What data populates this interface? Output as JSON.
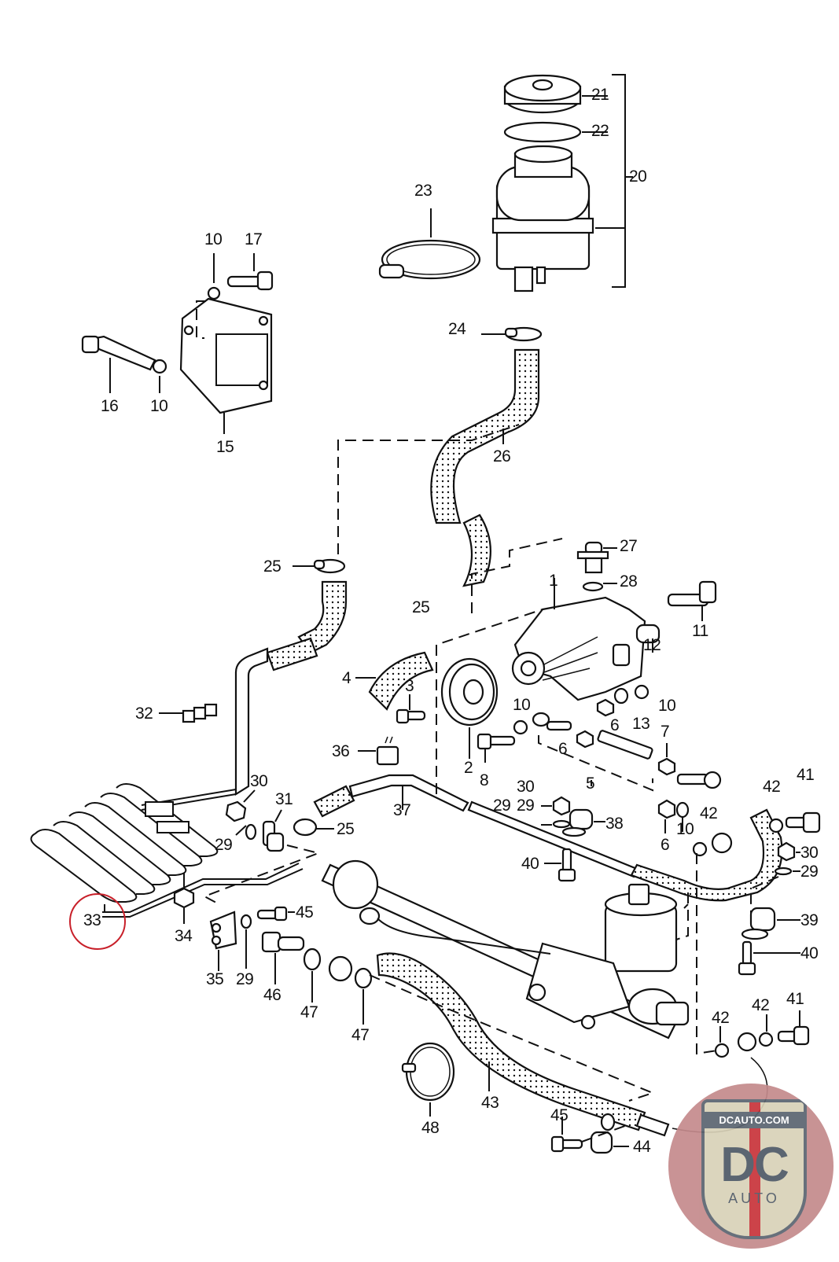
{
  "diagram": {
    "title": "Power steering system exploded parts diagram",
    "highlighted_part": "33",
    "highlight_color": "#c8202a",
    "callouts": [
      {
        "id": "c21",
        "label": "21"
      },
      {
        "id": "c22",
        "label": "22"
      },
      {
        "id": "c20",
        "label": "20"
      },
      {
        "id": "c23",
        "label": "23"
      },
      {
        "id": "c10a",
        "label": "10"
      },
      {
        "id": "c17",
        "label": "17"
      },
      {
        "id": "c16",
        "label": "16"
      },
      {
        "id": "c10b",
        "label": "10"
      },
      {
        "id": "c15",
        "label": "15"
      },
      {
        "id": "c24",
        "label": "24"
      },
      {
        "id": "c26",
        "label": "26"
      },
      {
        "id": "c25a",
        "label": "25"
      },
      {
        "id": "c27",
        "label": "27"
      },
      {
        "id": "c28",
        "label": "28"
      },
      {
        "id": "c1",
        "label": "1"
      },
      {
        "id": "c11",
        "label": "11"
      },
      {
        "id": "c25b",
        "label": "25"
      },
      {
        "id": "c12",
        "label": "12"
      },
      {
        "id": "c4",
        "label": "4"
      },
      {
        "id": "c3",
        "label": "3"
      },
      {
        "id": "c10c",
        "label": "10"
      },
      {
        "id": "c10d",
        "label": "10"
      },
      {
        "id": "c6a",
        "label": "6"
      },
      {
        "id": "c13",
        "label": "13"
      },
      {
        "id": "c32",
        "label": "32"
      },
      {
        "id": "c2",
        "label": "2"
      },
      {
        "id": "c6b",
        "label": "6"
      },
      {
        "id": "c7",
        "label": "7"
      },
      {
        "id": "c36",
        "label": "36"
      },
      {
        "id": "c8",
        "label": "8"
      },
      {
        "id": "c5",
        "label": "5"
      },
      {
        "id": "c30a",
        "label": "30"
      },
      {
        "id": "c30b",
        "label": "30"
      },
      {
        "id": "c29a",
        "label": "29"
      },
      {
        "id": "c37",
        "label": "37"
      },
      {
        "id": "c42a",
        "label": "42"
      },
      {
        "id": "c41a",
        "label": "41"
      },
      {
        "id": "c31",
        "label": "31"
      },
      {
        "id": "c29b",
        "label": "29"
      },
      {
        "id": "c38",
        "label": "38"
      },
      {
        "id": "c42b",
        "label": "42"
      },
      {
        "id": "c29c",
        "label": "29"
      },
      {
        "id": "c25c",
        "label": "25"
      },
      {
        "id": "c6c",
        "label": "6"
      },
      {
        "id": "c10e",
        "label": "10"
      },
      {
        "id": "c30c",
        "label": "30"
      },
      {
        "id": "c40a",
        "label": "40"
      },
      {
        "id": "c29d",
        "label": "29"
      },
      {
        "id": "c33",
        "label": "33"
      },
      {
        "id": "c34",
        "label": "34"
      },
      {
        "id": "c45a",
        "label": "45"
      },
      {
        "id": "c39",
        "label": "39"
      },
      {
        "id": "c40b",
        "label": "40"
      },
      {
        "id": "c35",
        "label": "35"
      },
      {
        "id": "c29e",
        "label": "29"
      },
      {
        "id": "c46",
        "label": "46"
      },
      {
        "id": "c47a",
        "label": "47"
      },
      {
        "id": "c47b",
        "label": "47"
      },
      {
        "id": "c42c",
        "label": "42"
      },
      {
        "id": "c42d",
        "label": "42"
      },
      {
        "id": "c41b",
        "label": "41"
      },
      {
        "id": "c43",
        "label": "43"
      },
      {
        "id": "c48",
        "label": "48"
      },
      {
        "id": "c45b",
        "label": "45"
      },
      {
        "id": "c44",
        "label": "44"
      }
    ]
  },
  "watermark": {
    "site": "DCAUTO.COM",
    "logo": "DC",
    "sub": "AUTO",
    "bg_color": "#c48a8c",
    "accent_color": "#c8343a"
  }
}
